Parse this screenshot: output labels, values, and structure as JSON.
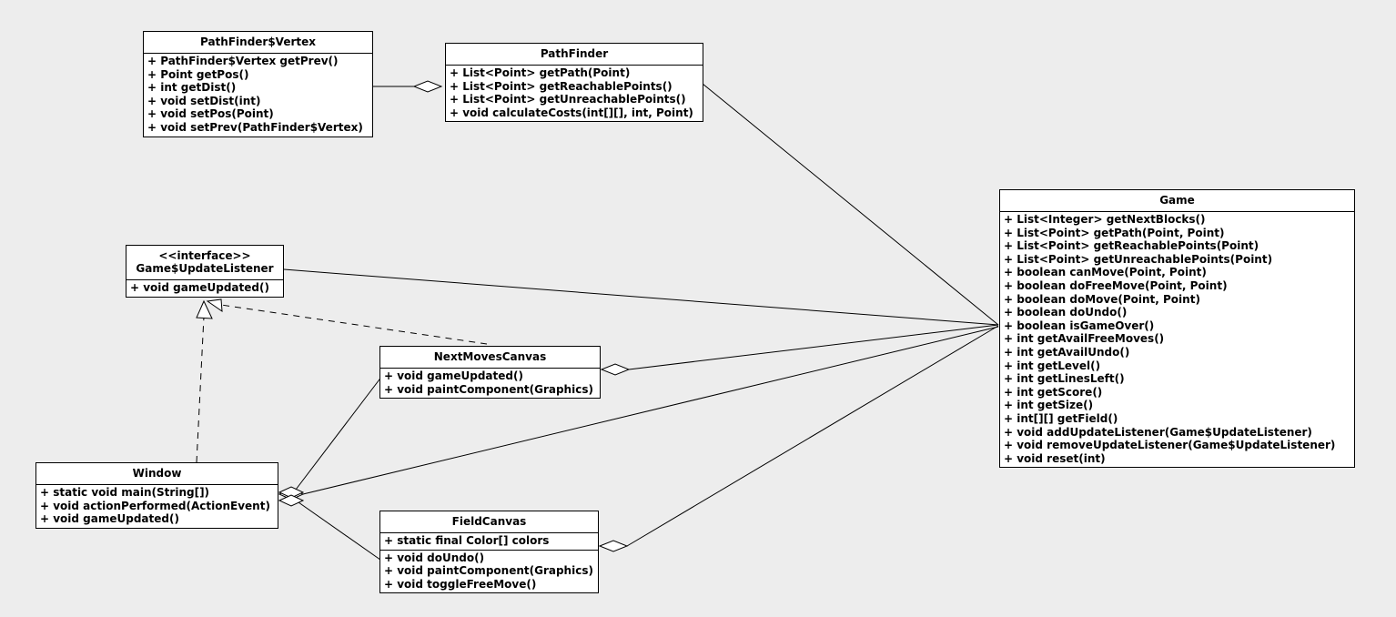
{
  "diagram": {
    "type": "uml-class-diagram",
    "background_color": "#ededed",
    "box_fill_color": "#ffffff",
    "line_color": "#000000",
    "classes": [
      {
        "id": "pathfinder-vertex",
        "name": "PathFinder$Vertex",
        "stereotype": "",
        "attributes": [],
        "methods": [
          "+ PathFinder$Vertex getPrev()",
          "+ Point getPos()",
          "+ int getDist()",
          "+ void setDist(int)",
          "+ void setPos(Point)",
          "+ void setPrev(PathFinder$Vertex)"
        ]
      },
      {
        "id": "pathfinder",
        "name": "PathFinder",
        "stereotype": "",
        "attributes": [],
        "methods": [
          "+ List<Point> getPath(Point)",
          "+ List<Point> getReachablePoints()",
          "+ List<Point> getUnreachablePoints()",
          "+ void calculateCosts(int[][], int, Point)"
        ]
      },
      {
        "id": "game-update-listener",
        "name": "Game$UpdateListener",
        "stereotype": "<<interface>>",
        "attributes": [],
        "methods": [
          "+ void gameUpdated()"
        ]
      },
      {
        "id": "next-moves-canvas",
        "name": "NextMovesCanvas",
        "stereotype": "",
        "attributes": [],
        "methods": [
          "+ void gameUpdated()",
          "+ void paintComponent(Graphics)"
        ]
      },
      {
        "id": "window",
        "name": "Window",
        "stereotype": "",
        "attributes": [],
        "methods": [
          "+ static void main(String[])",
          "+ void actionPerformed(ActionEvent)",
          "+ void gameUpdated()"
        ]
      },
      {
        "id": "field-canvas",
        "name": "FieldCanvas",
        "stereotype": "",
        "attributes": [
          "+ static final Color[] colors"
        ],
        "methods": [
          "+ void doUndo()",
          "+ void paintComponent(Graphics)",
          "+ void toggleFreeMove()"
        ]
      },
      {
        "id": "game",
        "name": "Game",
        "stereotype": "",
        "attributes": [],
        "methods": [
          "+ List<Integer> getNextBlocks()",
          "+ List<Point> getPath(Point, Point)",
          "+ List<Point> getReachablePoints(Point)",
          "+ List<Point> getUnreachablePoints(Point)",
          "+ boolean canMove(Point, Point)",
          "+ boolean doFreeMove(Point, Point)",
          "+ boolean doMove(Point, Point)",
          "+ boolean doUndo()",
          "+ boolean isGameOver()",
          "+ int getAvailFreeMoves()",
          "+ int getAvailUndo()",
          "+ int getLevel()",
          "+ int getLinesLeft()",
          "+ int getScore()",
          "+ int getSize()",
          "+ int[][] getField()",
          "+ void addUpdateListener(Game$UpdateListener)",
          "+ void removeUpdateListener(Game$UpdateListener)",
          "+ void reset(int)"
        ]
      }
    ],
    "relationships": [
      {
        "from": "pathfinder-vertex",
        "to": "pathfinder",
        "type": "aggregation"
      },
      {
        "from": "pathfinder",
        "to": "game",
        "type": "association"
      },
      {
        "from": "game-update-listener",
        "to": "game",
        "type": "association"
      },
      {
        "from": "next-moves-canvas",
        "to": "game",
        "type": "aggregation"
      },
      {
        "from": "field-canvas",
        "to": "game",
        "type": "aggregation"
      },
      {
        "from": "window",
        "to": "game",
        "type": "aggregation"
      },
      {
        "from": "window",
        "to": "next-moves-canvas",
        "type": "aggregation"
      },
      {
        "from": "window",
        "to": "field-canvas",
        "type": "aggregation"
      },
      {
        "from": "window",
        "to": "game-update-listener",
        "type": "realization"
      },
      {
        "from": "next-moves-canvas",
        "to": "game-update-listener",
        "type": "realization"
      }
    ]
  }
}
